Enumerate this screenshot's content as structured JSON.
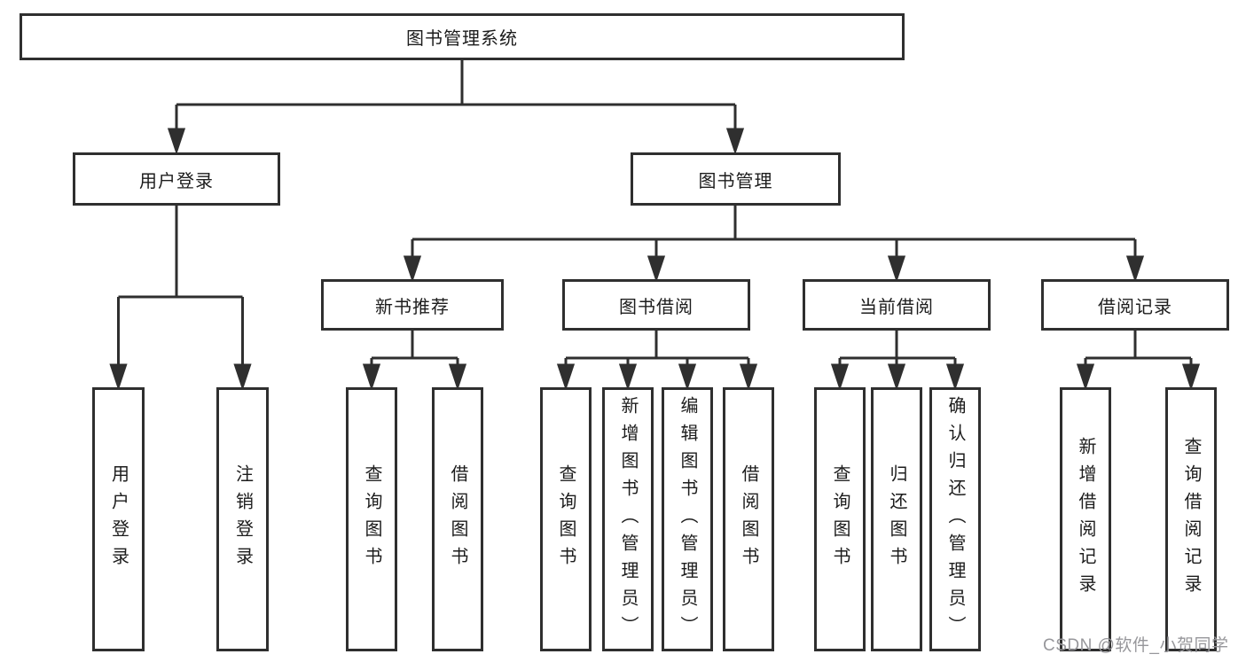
{
  "diagram": {
    "title_node": "图书管理系统",
    "branches": {
      "user_login": {
        "label": "用户登录",
        "children": [
          "用户登录",
          "注销登录"
        ]
      },
      "book_management": {
        "label": "图书管理",
        "sections": [
          {
            "label": "新书推荐",
            "children": [
              "查询图书",
              "借阅图书"
            ]
          },
          {
            "label": "图书借阅",
            "children": [
              "查询图书",
              "新增图书（管理员）",
              "编辑图书（管理员）",
              "借阅图书"
            ]
          },
          {
            "label": "当前借阅",
            "children": [
              "查询图书",
              "归还图书",
              "确认归还（管理员）"
            ]
          },
          {
            "label": "借阅记录",
            "children": [
              "新增借阅记录",
              "查询借阅记录"
            ]
          }
        ]
      }
    }
  },
  "watermark": "CSDN @软件_小贺同学",
  "colors": {
    "line": "#2f2f2f",
    "box_border": "#2f2f2f",
    "text": "#1c1c1c",
    "watermark": "#97979b",
    "background": "#ffffff"
  }
}
